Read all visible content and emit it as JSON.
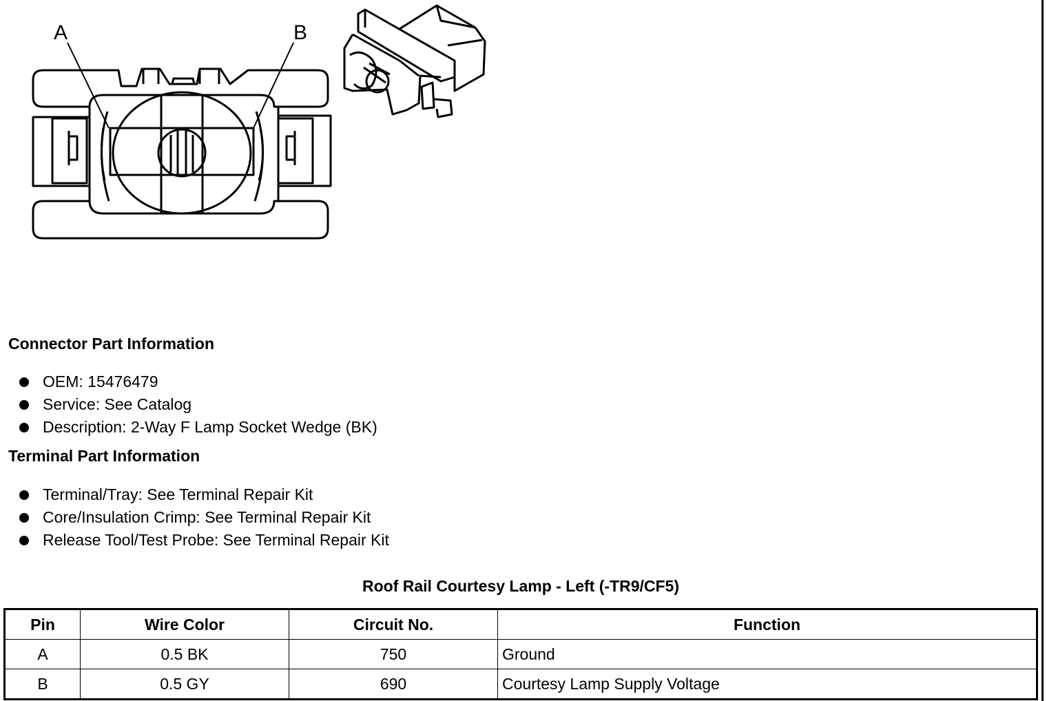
{
  "diagram": {
    "pin_labels": [
      "A",
      "B"
    ]
  },
  "connector_info": {
    "title": "Connector Part Information",
    "items": [
      "OEM: 15476479",
      "Service: See Catalog",
      "Description: 2-Way F Lamp Socket Wedge (BK)"
    ]
  },
  "terminal_info": {
    "title": "Terminal Part Information",
    "items": [
      "Terminal/Tray: See Terminal Repair Kit",
      "Core/Insulation Crimp: See Terminal Repair Kit",
      "Release Tool/Test Probe: See Terminal Repair Kit"
    ]
  },
  "pin_table": {
    "title": "Roof Rail Courtesy Lamp - Left (-TR9/CF5)",
    "headers": [
      "Pin",
      "Wire Color",
      "Circuit No.",
      "Function"
    ],
    "rows": [
      [
        "A",
        "0.5 BK",
        "750",
        "Ground"
      ],
      [
        "B",
        "0.5 GY",
        "690",
        "Courtesy Lamp Supply Voltage"
      ]
    ]
  }
}
